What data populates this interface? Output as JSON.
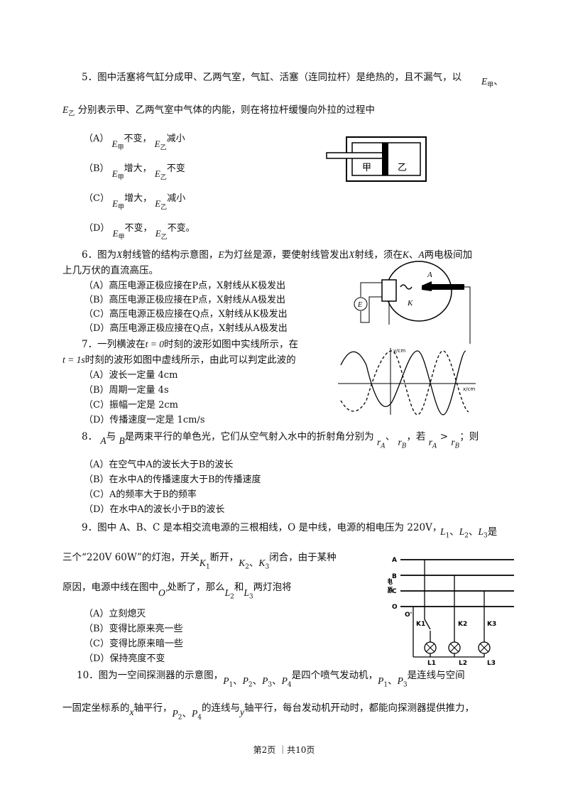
{
  "q5": {
    "line1": "5．图中活塞将气缸分成甲、乙两气室，气缸、活塞（连同拉杆）是绝热的，且不漏气，以",
    "e_jia": "E甲",
    "sep": "、",
    "e_yi": "E乙",
    "line2": "分别表示甲、乙两气室中气体的内能，则在将拉杆缓慢向外拉的过程中",
    "options": [
      {
        "label": "（A）",
        "a": "不变，",
        "b": "减小"
      },
      {
        "label": "（B）",
        "a": "增大，",
        "b": "不变"
      },
      {
        "label": "（C）",
        "a": "增大，",
        "b": "减小"
      },
      {
        "label": "（D）",
        "a": "不变，",
        "b": "不变。"
      }
    ],
    "fig_labels": {
      "left": "甲",
      "right": "乙"
    }
  },
  "q6": {
    "p1": "6．图为",
    "X": "X",
    "p2": "射线管的结构示意图，",
    "E": "E",
    "p3": "为灯丝是源，要使射线管发出",
    "p4": "射线，须在",
    "K": "K",
    "p5": "、",
    "A": "A",
    "p6": "两电极间加",
    "line2": "上几万伏的直流高压。",
    "options": [
      "（A）高压电源正极应接在P点，X射线从K极发出",
      "（B）高压电源正极应接在P点，X射线从A极发出",
      "（C）高压电源正极应接在Q点，X射线从K极发出",
      "（D）高压电源正极应接在Q点，X射线从A极发出"
    ],
    "fig_labels": {
      "A": "A",
      "K": "K",
      "E": "E"
    }
  },
  "q7": {
    "line1a": "7．一列横波在",
    "t0": "t = 0",
    "line1b": "时刻的波形如图中实线所示，在",
    "t1": "t = 1s",
    "line2": "时刻的波形如图中虚线所示，由此可以判定此波的",
    "options": [
      "（A）波长一定量 4cm",
      "（B）周期一定量 4s",
      "（C）振幅一定是 2cm",
      "（D）传播速度一定是 1cm/s"
    ],
    "fig_labels": {
      "y": "y/cm",
      "x": "x/cm"
    }
  },
  "q8": {
    "p1": "8．",
    "A": "A",
    "yu": "与",
    "B": "B",
    "p2": "是两束平行的单色光，它们从空气射入水中的折射角分别为",
    "rA": "rA",
    "sep": "、",
    "rB": "rB",
    "ruo": "，若",
    "gt": ">",
    "ze": "；则",
    "options": [
      "（A）在空气中A的波长大于B的波长",
      "（B）在水中A的传播速度大于B的传播速度",
      "（C）A的频率大于B的频率",
      "（D）在水中A的波长小于B的波长"
    ]
  },
  "q9": {
    "line1": "9．图中 A、B、C 是本相交流电源的三根相线，O 是中线，电源的相电压为 220V，",
    "L1": "L1",
    "L2": "L2",
    "L3": "L3",
    "shi": "是",
    "line2a": "三个“220V  60W”的灯泡，开关",
    "K1": "K1",
    "line2b": "断开，",
    "K2": "K2",
    "K3": "K3",
    "line2c": "闭合，由于某种",
    "line3a": "原因，电源中线在图中",
    "O1": "O'",
    "line3b": "处断了，那么",
    "he": "和",
    "line3c": "两灯泡将",
    "options": [
      "（A）立刻熄灭",
      "（B）变得比原来亮一些",
      "（C）变得比原来暗一些",
      "（D）保持亮度不变"
    ],
    "fig_labels": {
      "A": "A",
      "B": "B",
      "C": "C",
      "O": "O",
      "dian": "电",
      "yuan": "源",
      "O1": "O'",
      "K1": "K1",
      "K2": "K2",
      "K3": "K3",
      "L1": "L1",
      "L2": "L2",
      "L3": "L3"
    }
  },
  "q10": {
    "line1a": "10．图为一空间探测器的示意图，",
    "P1": "P1",
    "P2": "P2",
    "P3": "P3",
    "P4": "P4",
    "line1b": "是四个喷气发动机，",
    "line1c": "是连线与空间",
    "line2a": "一固定坐标系的",
    "x": "x",
    "line2b": "轴平行，",
    "line2c": "的连线与",
    "y": "y",
    "line2d": "轴平行，每台发动机开动时，都能向探测器提供推力，"
  },
  "footer": "第2页 ｜共10页"
}
